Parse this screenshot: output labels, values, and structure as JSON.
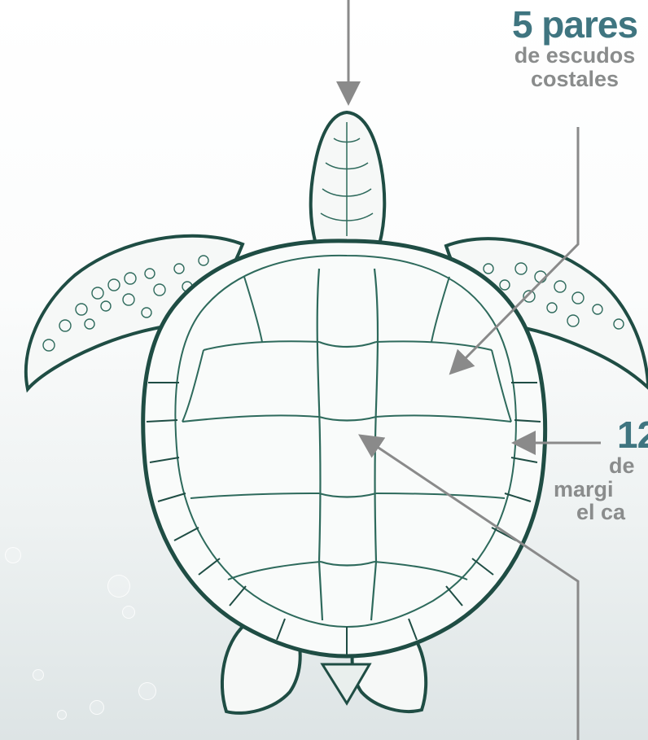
{
  "callouts": {
    "costal": {
      "count_label": "5 pares",
      "line1": "de escudos",
      "line2": "costales"
    },
    "marginal": {
      "count_label": "12",
      "line1": "de",
      "line2": "margi",
      "line3": "el ca"
    }
  },
  "colors": {
    "accent": "#3f7580",
    "text_gray": "#8a8c8c",
    "sketch": "#1f4d44",
    "pointer": "#8a8a8a"
  }
}
